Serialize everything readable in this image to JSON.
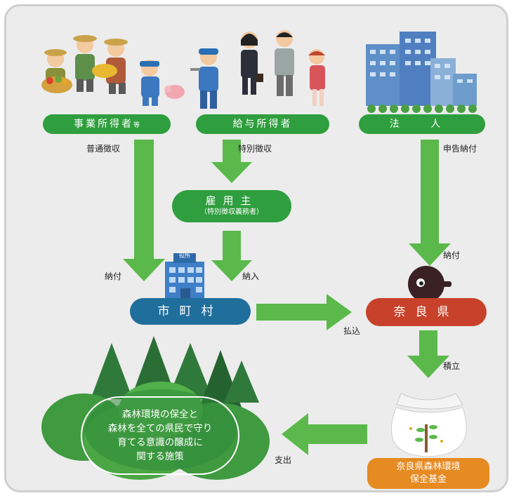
{
  "labels": {
    "business": "事業所得者",
    "business_suffix": "等",
    "salary": "給与所得者",
    "corporation": "法 人",
    "employer": "雇用主",
    "employer_sub": "（特別徴収義務者）",
    "municipality": "市町村",
    "prefecture": "奈良県",
    "fund_line1": "奈良県森林環境",
    "fund_line2": "保全基金",
    "forest_line1": "森林環境の保全と",
    "forest_line2": "森林を全ての県民で守り",
    "forest_line3": "育てる意識の醸成に",
    "forest_line4": "関する施策",
    "building_sign": "役所"
  },
  "arrows": {
    "normal_collection": "普通徴収",
    "special_collection": "特別徴収",
    "declaration": "申告納付",
    "payment_left": "納付",
    "payment_right": "納付",
    "delivery": "納入",
    "transfer": "払込",
    "reserve": "積立",
    "expenditure": "支出"
  },
  "colors": {
    "green": "#2f9e3e",
    "arrow": "#5ab94a",
    "blue": "#1f6e9c",
    "red": "#c8412a",
    "orange": "#e68a22"
  }
}
